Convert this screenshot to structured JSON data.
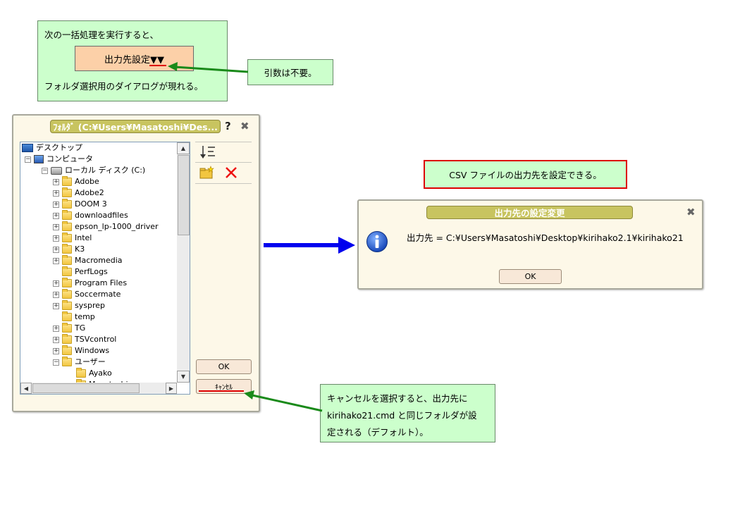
{
  "top_note": {
    "line1": "次の一括処理を実行すると、",
    "button_label": "出力先設定▼▼",
    "line2": "フォルダ選択用のダイアログが現れる。"
  },
  "arg_note": {
    "text": "引数は不要。"
  },
  "folder_dialog": {
    "title": "ﾌｫﾙﾀﾞ (C:¥Users¥Masatoshi¥Des...",
    "help_label": "?",
    "close_label": "✖",
    "tree": [
      {
        "label": "デスクトップ",
        "level": 0,
        "expander": "",
        "icon": "desktop-icon"
      },
      {
        "label": "コンピュータ",
        "level": 1,
        "expander": "−",
        "icon": "computer-icon"
      },
      {
        "label": "ローカル ディスク (C:)",
        "level": 2,
        "expander": "−",
        "icon": "drive-icon"
      },
      {
        "label": "Adobe",
        "level": 3,
        "expander": "+",
        "icon": "folder-icon"
      },
      {
        "label": "Adobe2",
        "level": 3,
        "expander": "+",
        "icon": "folder-icon"
      },
      {
        "label": "DOOM 3",
        "level": 3,
        "expander": "+",
        "icon": "folder-icon"
      },
      {
        "label": "downloadfiles",
        "level": 3,
        "expander": "+",
        "icon": "folder-icon"
      },
      {
        "label": "epson_lp-1000_driver",
        "level": 3,
        "expander": "+",
        "icon": "folder-icon"
      },
      {
        "label": "Intel",
        "level": 3,
        "expander": "+",
        "icon": "folder-icon"
      },
      {
        "label": "K3",
        "level": 3,
        "expander": "+",
        "icon": "folder-icon"
      },
      {
        "label": "Macromedia",
        "level": 3,
        "expander": "+",
        "icon": "folder-icon"
      },
      {
        "label": "PerfLogs",
        "level": 3,
        "expander": "",
        "icon": "folder-icon"
      },
      {
        "label": "Program Files",
        "level": 3,
        "expander": "+",
        "icon": "folder-icon"
      },
      {
        "label": "Soccermate",
        "level": 3,
        "expander": "+",
        "icon": "folder-icon"
      },
      {
        "label": "sysprep",
        "level": 3,
        "expander": "+",
        "icon": "folder-icon"
      },
      {
        "label": "temp",
        "level": 3,
        "expander": "",
        "icon": "folder-icon"
      },
      {
        "label": "TG",
        "level": 3,
        "expander": "+",
        "icon": "folder-icon"
      },
      {
        "label": "TSVcontrol",
        "level": 3,
        "expander": "+",
        "icon": "folder-icon"
      },
      {
        "label": "Windows",
        "level": 3,
        "expander": "+",
        "icon": "folder-icon"
      },
      {
        "label": "ユーザー",
        "level": 3,
        "expander": "−",
        "icon": "folder-icon"
      },
      {
        "label": "Ayako",
        "level": 4,
        "expander": "",
        "icon": "folder-icon"
      },
      {
        "label": "Masatoshi",
        "level": 4,
        "expander": "",
        "icon": "folder-icon"
      }
    ],
    "ok_label": "OK",
    "cancel_label": "ｷｬﾝｾﾙ"
  },
  "csv_note": {
    "text": "CSV ファイルの出力先を設定できる。"
  },
  "result_dialog": {
    "title": "出力先の設定変更",
    "close_label": "✖",
    "message": "出力先 = C:¥Users¥Masatoshi¥Desktop¥kirihako2.1¥kirihako21",
    "ok_label": "OK"
  },
  "cancel_note": {
    "line1": "キャンセルを選択すると、出力先に",
    "line2": "kirihako21.cmd と同じフォルダが設",
    "line3": "定される（デフォルト）。"
  },
  "colors": {
    "note_bg": "#ccffcc",
    "arrow_green": "#1a8a1a",
    "arrow_blue": "#0000ee",
    "highlight_red": "#dd0000",
    "title_olive": "#c8c460"
  }
}
